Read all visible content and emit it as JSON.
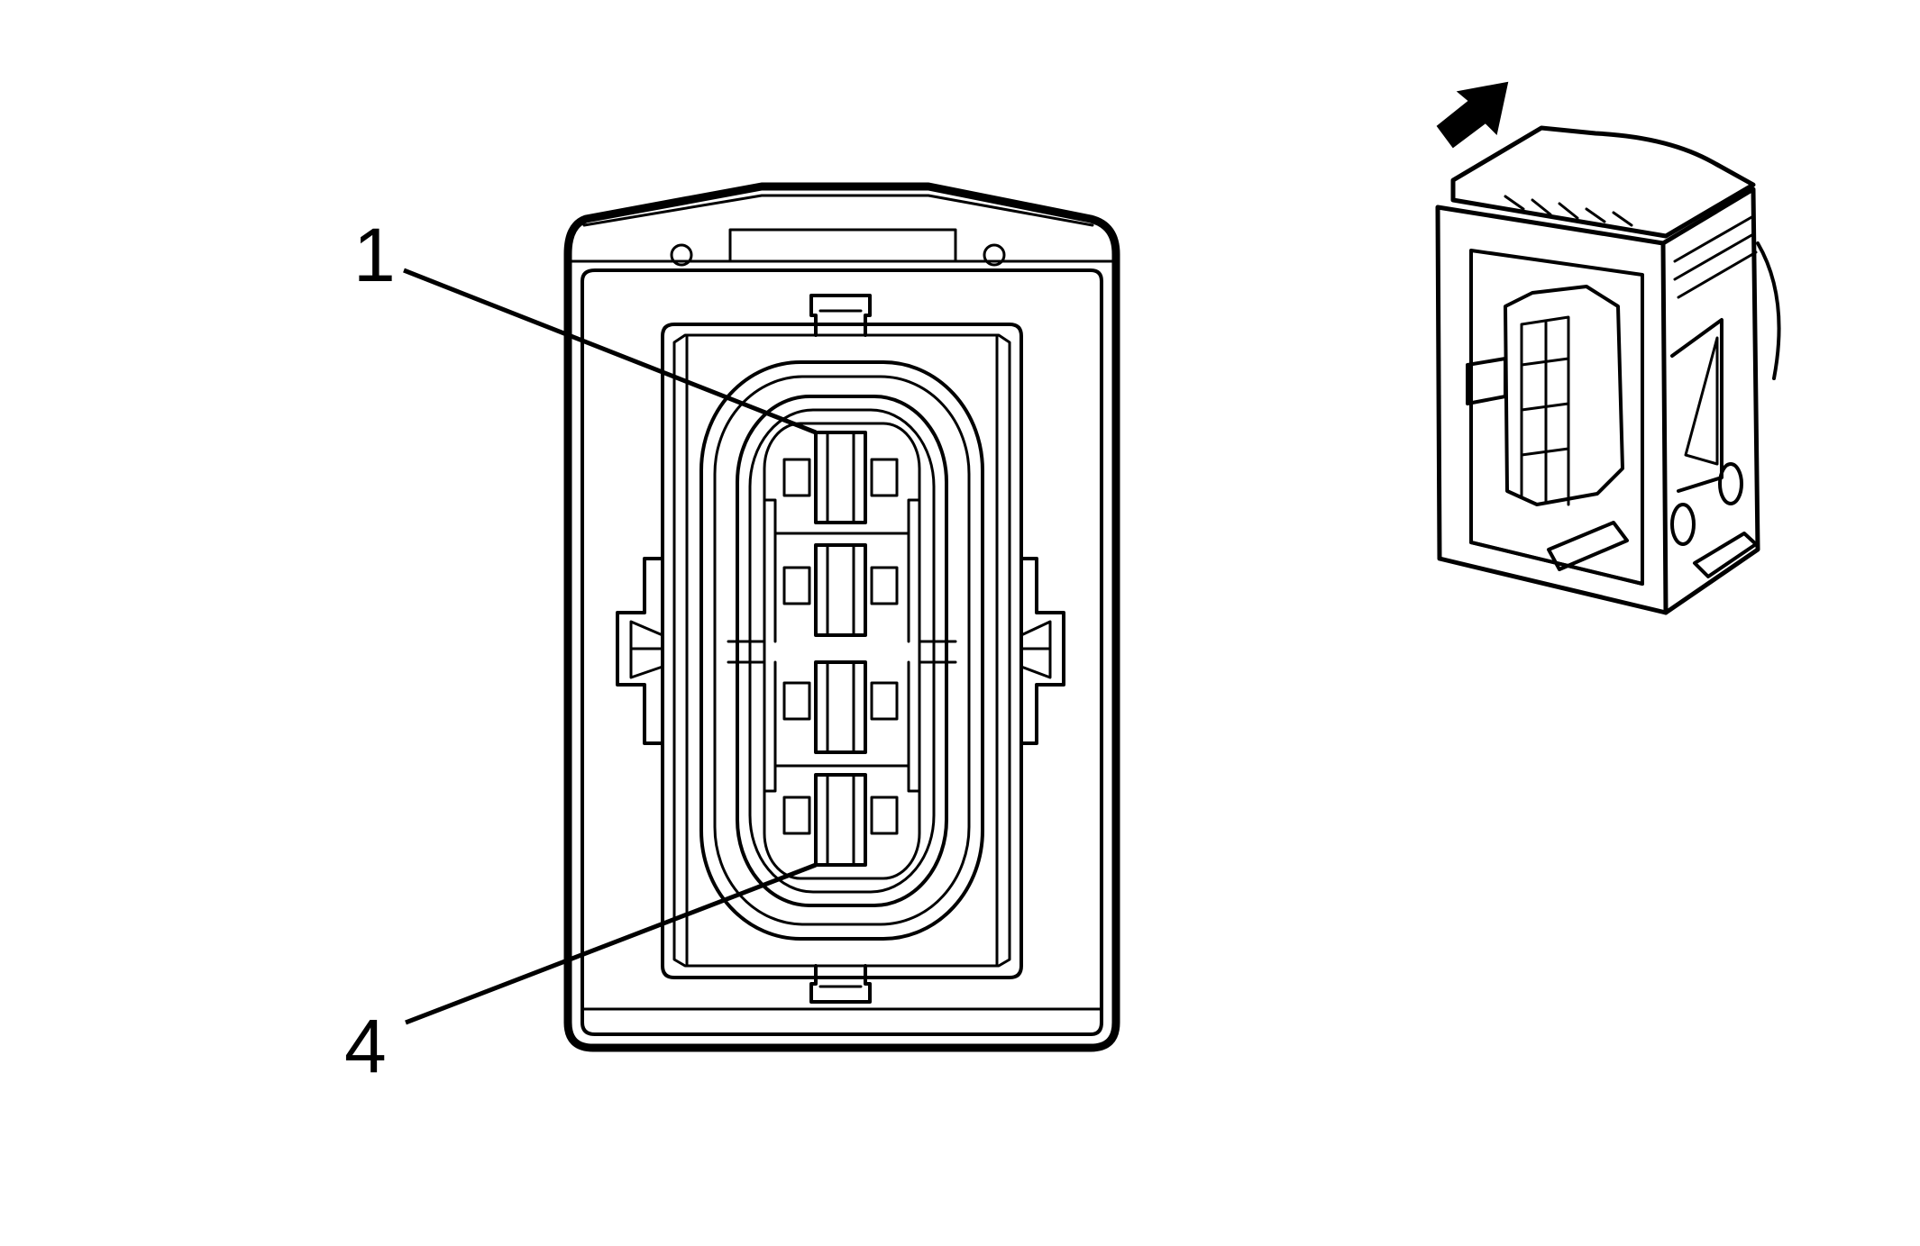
{
  "diagram": {
    "labels": {
      "pin_first": "1",
      "pin_last": "4"
    },
    "colors": {
      "stroke": "#000000",
      "background": "#ffffff",
      "arrow": "#000000"
    },
    "cavity_count": 4,
    "icons": {
      "orientation_arrow": "arrow-up-right-icon"
    }
  }
}
